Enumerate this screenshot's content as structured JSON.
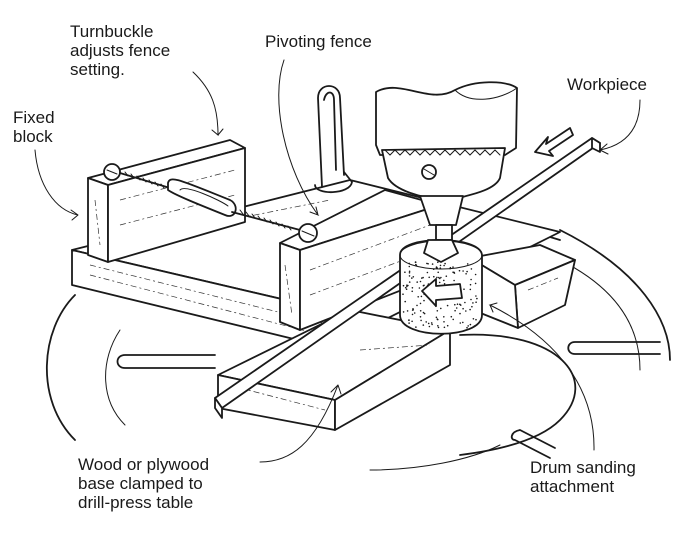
{
  "figure": {
    "title": "Drill-press drum sanding jig with pivoting fence",
    "labels": {
      "turnbuckle": [
        "Turnbuckle",
        "adjusts fence",
        "setting."
      ],
      "pivoting_fence": [
        "Pivoting fence"
      ],
      "fixed_block": [
        "Fixed",
        "block"
      ],
      "workpiece": [
        "Workpiece"
      ],
      "base": [
        "Wood or plywood",
        "base clamped to",
        "drill-press table"
      ],
      "drum": [
        "Drum sanding",
        "attachment"
      ]
    },
    "colors": {
      "ink": "#1a1a1a",
      "paper": "#ffffff"
    }
  }
}
